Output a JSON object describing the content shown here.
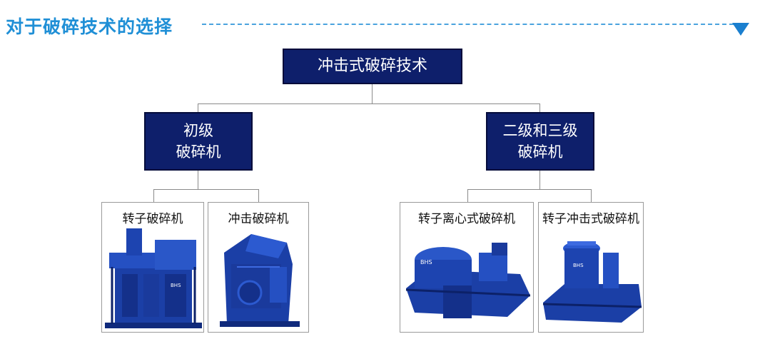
{
  "header": {
    "title": "对于破碎技术的选择"
  },
  "tree": {
    "root": "冲击式破碎技术",
    "branches": [
      {
        "line1": "初级",
        "line2": "破碎机",
        "leaves": [
          "转子破碎机",
          "冲击破碎机"
        ]
      },
      {
        "line1": "二级和三级",
        "line2": "破碎机",
        "leaves": [
          "转子离心式破碎机",
          "转子冲击式破碎机"
        ]
      }
    ]
  },
  "colors": {
    "accent": "#1f8fd6",
    "node": "#0e1f6b",
    "machine": "#1a3ea8"
  },
  "icons": [
    "rotor-crusher-image",
    "impact-crusher-image",
    "centrifugal-crusher-image",
    "rotor-impact-crusher-image"
  ],
  "brand_mark": "BHS"
}
